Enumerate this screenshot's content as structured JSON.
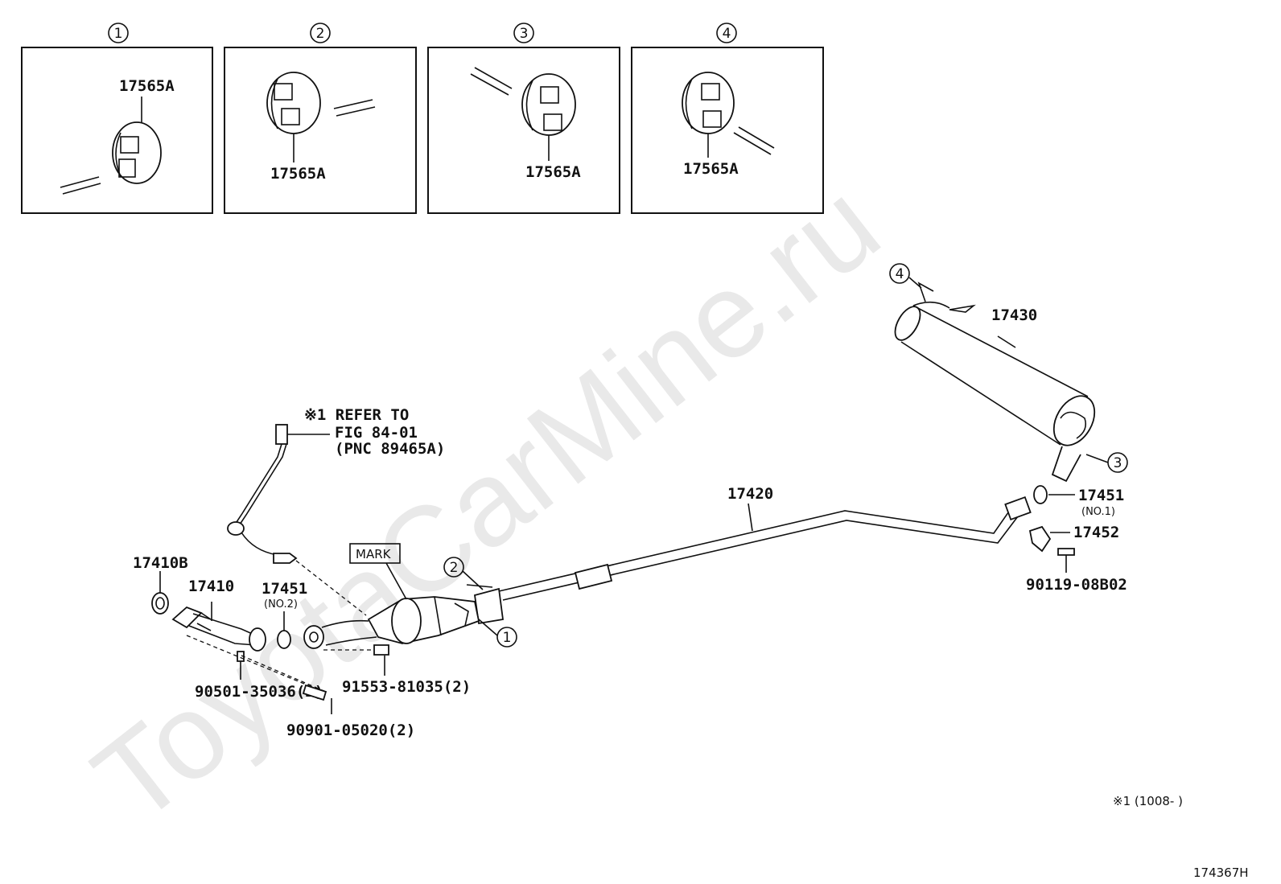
{
  "watermark": "ToyotaCarMine.ru",
  "insets": [
    {
      "num": "1",
      "part": "17565A"
    },
    {
      "num": "2",
      "part": "17565A"
    },
    {
      "num": "3",
      "part": "17565A"
    },
    {
      "num": "4",
      "part": "17565A"
    }
  ],
  "callouts": {
    "c1": "1",
    "c2": "2",
    "c3": "3",
    "c4": "4"
  },
  "parts": {
    "p17430": "17430",
    "p17420": "17420",
    "p17451_no1": "17451",
    "p17451_no1_note": "(NO.1)",
    "p17452": "17452",
    "p90119": "90119-08B02",
    "p17410B": "17410B",
    "p17410": "17410",
    "p17451_no2": "17451",
    "p17451_no2_note": "(NO.2)",
    "p91553": "91553-81035(2)",
    "p90501": "90501-35036(2)",
    "p90901": "90901-05020(2)",
    "mark": "MARK"
  },
  "refer": {
    "line1": "※1 REFER TO",
    "line2": "FIG 84-01",
    "line3": "(PNC 89465A)"
  },
  "footnote": "※1 (1008-      )",
  "diagram_code": "174367H"
}
